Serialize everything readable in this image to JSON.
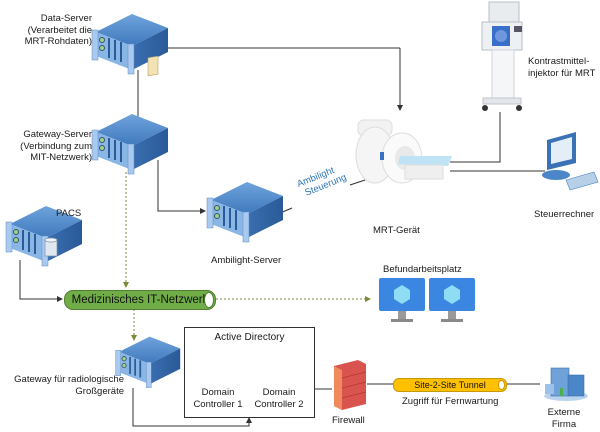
{
  "nodes": {
    "data_server": {
      "label": "Data-Server",
      "line2": "(Verarbeitet die",
      "line3": "MRT-Rohdaten)",
      "icon": "server-icon"
    },
    "gateway_server": {
      "label": "Gateway-Server",
      "line2": "(Verbindung zum",
      "line3": "MIT-Netzwerk)",
      "icon": "server-icon"
    },
    "pacs": {
      "label": "PACS",
      "icon": "server-database-icon"
    },
    "ambilight_server": {
      "label": "Ambilight-Server",
      "icon": "server-icon"
    },
    "mrt": {
      "label": "MRT-Gerät",
      "icon": "mri-scanner-icon"
    },
    "injektor": {
      "label": "Kontrastmittel-",
      "line2": "injektor für MRT",
      "icon": "contrast-injector-icon"
    },
    "steuerrechner": {
      "label": "Steuerrechner",
      "icon": "workstation-icon"
    },
    "befund": {
      "label": "Befundarbeitsplatz",
      "icon": "monitor-icon"
    },
    "gateway_radio": {
      "label": "Gateway für radiologische",
      "line2": "Großgeräte",
      "icon": "server-icon"
    },
    "active_directory": {
      "label": "Active Directory"
    },
    "dc1": {
      "label": "Domain",
      "line2": "Controller 1",
      "icon": "server-database-icon"
    },
    "dc2": {
      "label": "Domain",
      "line2": "Controller 2",
      "icon": "server-database-icon"
    },
    "firewall": {
      "label": "Firewall",
      "icon": "firewall-icon"
    },
    "extern": {
      "label": "Externe",
      "line2": "Firma",
      "icon": "building-icon"
    }
  },
  "network": {
    "label": "Medizinisches IT-Netzwerk",
    "color": "#70ad47"
  },
  "tunnel": {
    "label": "Site-2-Site Tunnel",
    "caption": "Zugriff für Fernwartung",
    "color": "#ffc000"
  },
  "link_label": {
    "line1": "Ambilight",
    "line2": "Steuerung",
    "color": "#2e75b6"
  },
  "colors": {
    "server": "#4a86c8",
    "line": "#333333",
    "dotted": "#7a8a3a"
  }
}
